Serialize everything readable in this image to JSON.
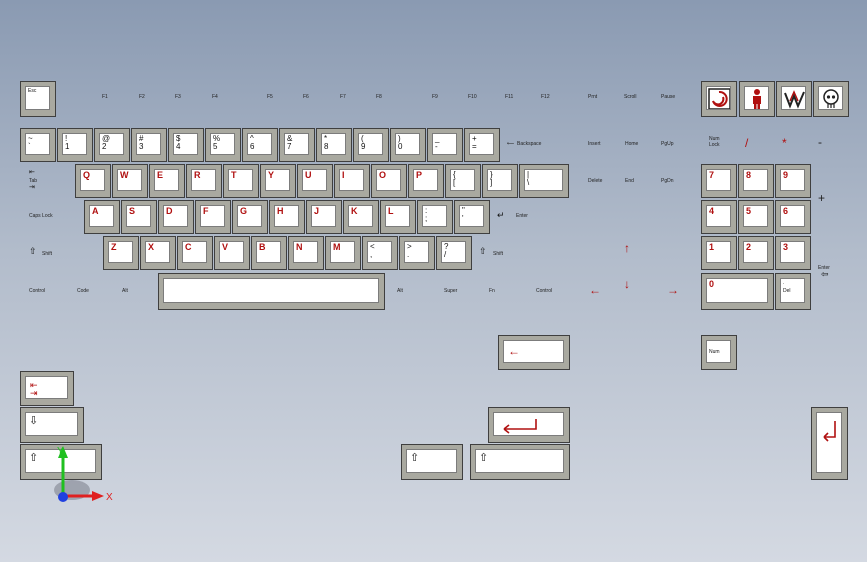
{
  "esc": "Esc",
  "function_row": [
    "F1",
    "F2",
    "F3",
    "F4",
    "F5",
    "F6",
    "F7",
    "F8",
    "F9",
    "F10",
    "F11",
    "F12",
    "Prnt",
    "Scroll",
    "Pause"
  ],
  "number_row": [
    {
      "top": "~",
      "bot": "`"
    },
    {
      "top": "!",
      "bot": "1"
    },
    {
      "top": "@",
      "bot": "2"
    },
    {
      "top": "#",
      "bot": "3"
    },
    {
      "top": "$",
      "bot": "4"
    },
    {
      "top": "%",
      "bot": "5"
    },
    {
      "top": "^",
      "bot": "6"
    },
    {
      "top": "&",
      "bot": "7"
    },
    {
      "top": "*",
      "bot": "8"
    },
    {
      "top": "(",
      "bot": "9"
    },
    {
      "top": ")",
      "bot": "0"
    },
    {
      "top": "_",
      "bot": "-"
    },
    {
      "top": "+",
      "bot": "="
    }
  ],
  "backspace_label": "Backspace",
  "tab_label": "Tab",
  "qwerty_row": [
    "Q",
    "W",
    "E",
    "R",
    "T",
    "Y",
    "U",
    "I",
    "O",
    "P"
  ],
  "bracket_keys": [
    {
      "top": "{",
      "bot": "["
    },
    {
      "top": "}",
      "bot": "]"
    },
    {
      "top": "|",
      "bot": "\\"
    }
  ],
  "caps_lock_label": "Caps Lock",
  "home_row": [
    "A",
    "S",
    "D",
    "F",
    "G",
    "H",
    "J",
    "K",
    "L"
  ],
  "home_row_punct": [
    {
      "top": ":",
      "bot": ";"
    },
    {
      "top": "\"",
      "bot": "'"
    }
  ],
  "enter_label": "Enter",
  "shift_label": "Shift",
  "bottom_letter_row": [
    "Z",
    "X",
    "C",
    "V",
    "B",
    "N",
    "M"
  ],
  "bottom_row_punct": [
    {
      "top": "<",
      "bot": ","
    },
    {
      "top": ">",
      "bot": "."
    },
    {
      "top": "?",
      "bot": "/"
    }
  ],
  "modifier_row_left": [
    "Control",
    "Code",
    "Alt"
  ],
  "modifier_row_right": [
    "Alt",
    "Super",
    "Fn",
    "Control"
  ],
  "nav_cluster": [
    "Insert",
    "Home",
    "PgUp",
    "Delete",
    "End",
    "PgDn"
  ],
  "numpad_labels": {
    "num_lock": "Num Lock",
    "divide": "/",
    "multiply": "*",
    "minus": "-",
    "plus": "+",
    "enter": "Enter",
    "del": "Del",
    "dot": "."
  },
  "numpad_digits": {
    "r1": [
      "7",
      "8",
      "9"
    ],
    "r2": [
      "4",
      "5",
      "6"
    ],
    "r3": [
      "1",
      "2",
      "3"
    ],
    "zero": "0"
  },
  "extra_key_label": "Num",
  "triad": {
    "x": "X",
    "y": "Y",
    "x_color": "#e02020",
    "y_color": "#20c020",
    "z_color": "#2040e0"
  },
  "colors": {
    "legend_red": "#b01010",
    "keycap": "#ffffff",
    "key_base": "#a9a9a0"
  }
}
